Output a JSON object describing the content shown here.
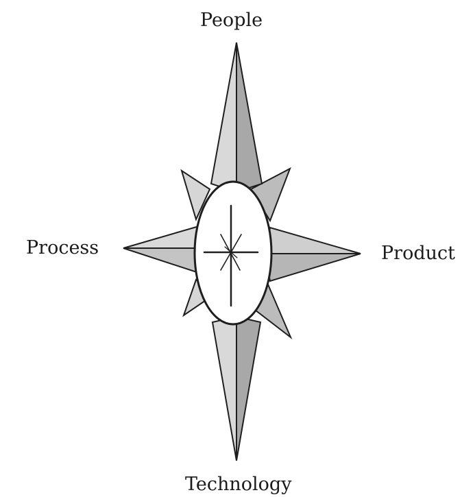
{
  "diagram": {
    "labels": {
      "top": "People",
      "left": "Process",
      "right": "Product",
      "bottom": "Technology"
    },
    "colors": {
      "fill_light": "#d9d9d9",
      "fill_dark": "#a9a9a9",
      "stroke": "#1e1e1e",
      "center_fill": "#ffffff"
    }
  }
}
